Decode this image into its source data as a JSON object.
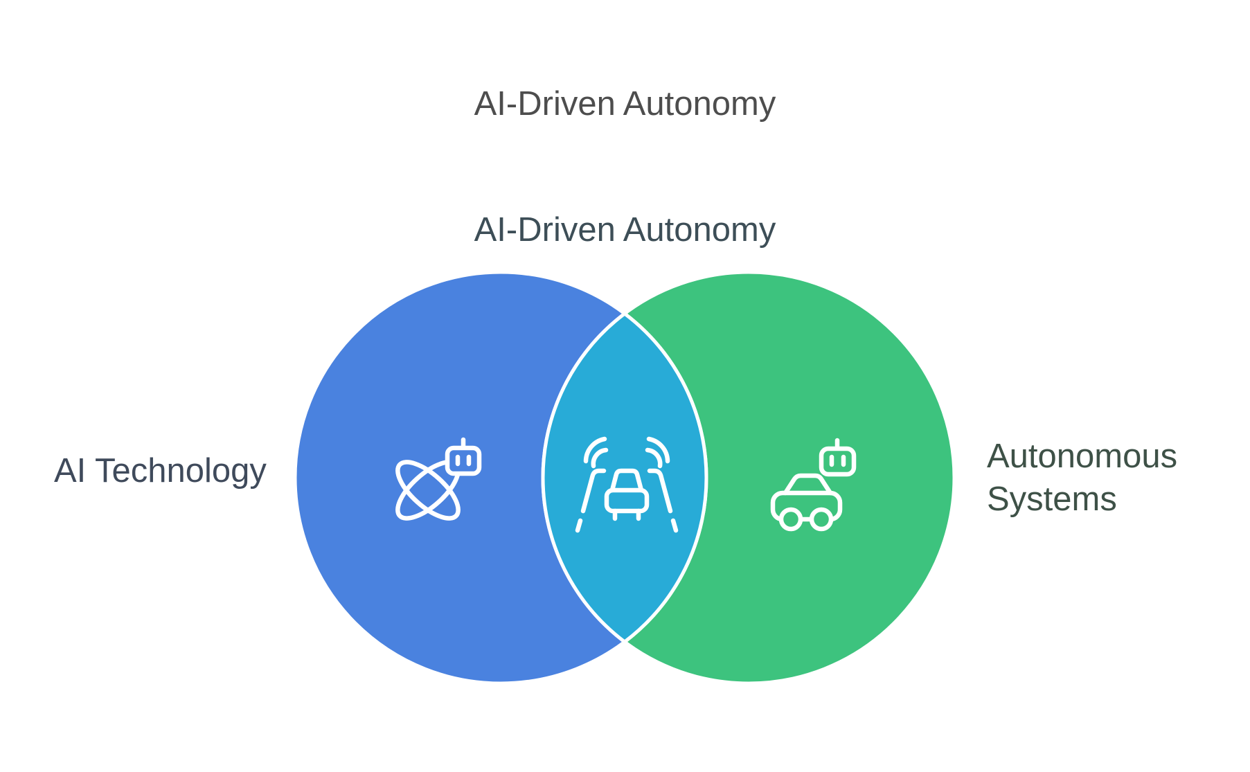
{
  "titles": {
    "page_title": "AI-Driven Autonomy",
    "diagram_title": "AI-Driven Autonomy"
  },
  "venn": {
    "left_circle": {
      "label": "AI Technology",
      "icon": "ai-atom-robot-icon"
    },
    "right_circle": {
      "label": "Autonomous Systems",
      "icon": "robot-car-icon"
    },
    "intersection": {
      "icon": "autonomous-driving-car-icon"
    }
  },
  "colors": {
    "background": "#ffffff",
    "page_title": "#4d4d4d",
    "diagram_title": "#3d4e57",
    "left_label": "#3f4a5b",
    "right_label": "#3e5147",
    "left_circle": "#4a82df",
    "right_circle": "#3dc37e",
    "intersection": "#28abd7",
    "icon_stroke": "#ffffff"
  }
}
